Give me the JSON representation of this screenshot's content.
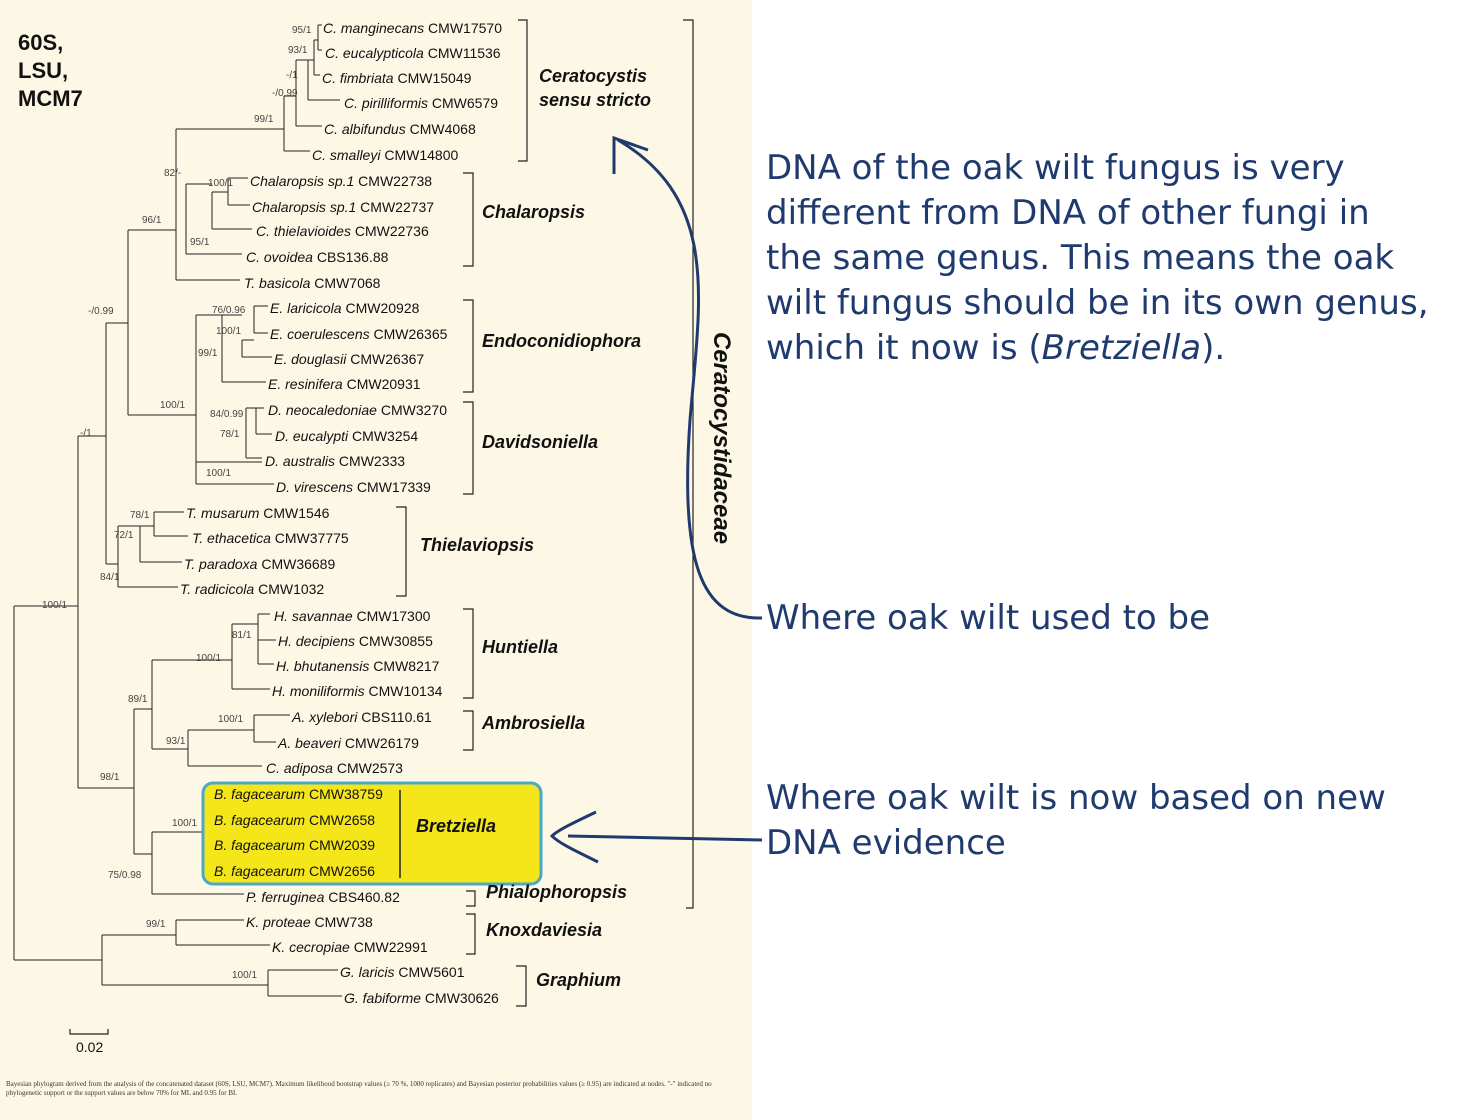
{
  "title_lines": [
    "60S,",
    "LSU,",
    "MCM7"
  ],
  "taxa": [
    {
      "genus": "C.",
      "name": "manginecans",
      "code": "CMW17570"
    },
    {
      "genus": "C.",
      "name": "eucalypticola",
      "code": "CMW11536"
    },
    {
      "genus": "C.",
      "name": "fimbriata",
      "code": "CMW15049"
    },
    {
      "genus": "C.",
      "name": "pirilliformis",
      "code": "CMW6579"
    },
    {
      "genus": "C.",
      "name": "albifundus",
      "code": "CMW4068"
    },
    {
      "genus": "C.",
      "name": "smalleyi",
      "code": "CMW14800"
    },
    {
      "genus": "Chalaropsis",
      "name": "sp.1",
      "code": "CMW22738"
    },
    {
      "genus": "Chalaropsis",
      "name": "sp.1",
      "code": "CMW22737"
    },
    {
      "genus": "C.",
      "name": "thielavioides",
      "code": "CMW22736"
    },
    {
      "genus": "C.",
      "name": "ovoidea",
      "code": "CBS136.88"
    },
    {
      "genus": "T.",
      "name": "basicola",
      "code": "CMW7068"
    },
    {
      "genus": "E.",
      "name": "laricicola",
      "code": "CMW20928"
    },
    {
      "genus": "E.",
      "name": "coerulescens",
      "code": "CMW26365"
    },
    {
      "genus": "E.",
      "name": "douglasii",
      "code": "CMW26367"
    },
    {
      "genus": "E.",
      "name": "resinifera",
      "code": "CMW20931"
    },
    {
      "genus": "D.",
      "name": "neocaledoniae",
      "code": "CMW3270"
    },
    {
      "genus": "D.",
      "name": "eucalypti",
      "code": "CMW3254"
    },
    {
      "genus": "D.",
      "name": "australis",
      "code": "CMW2333"
    },
    {
      "genus": "D.",
      "name": "virescens",
      "code": "CMW17339"
    },
    {
      "genus": "T.",
      "name": "musarum",
      "code": "CMW1546"
    },
    {
      "genus": "T.",
      "name": "ethacetica",
      "code": "CMW37775"
    },
    {
      "genus": "T.",
      "name": "paradoxa",
      "code": "CMW36689"
    },
    {
      "genus": "T.",
      "name": "radicicola",
      "code": "CMW1032"
    },
    {
      "genus": "H.",
      "name": "savannae",
      "code": "CMW17300"
    },
    {
      "genus": "H.",
      "name": "decipiens",
      "code": "CMW30855"
    },
    {
      "genus": "H.",
      "name": "bhutanensis",
      "code": "CMW8217"
    },
    {
      "genus": "H.",
      "name": "moniliformis",
      "code": "CMW10134"
    },
    {
      "genus": "A.",
      "name": "xylebori",
      "code": "CBS110.61"
    },
    {
      "genus": "A.",
      "name": "beaveri",
      "code": "CMW26179"
    },
    {
      "genus": "C.",
      "name": "adiposa",
      "code": "CMW2573"
    },
    {
      "genus": "B.",
      "name": "fagacearum",
      "code": "CMW38759"
    },
    {
      "genus": "B.",
      "name": "fagacearum",
      "code": "CMW2658"
    },
    {
      "genus": "B.",
      "name": "fagacearum",
      "code": "CMW2039"
    },
    {
      "genus": "B.",
      "name": "fagacearum",
      "code": "CMW2656"
    },
    {
      "genus": "P.",
      "name": "ferruginea",
      "code": "CBS460.82"
    },
    {
      "genus": "K.",
      "name": "proteae",
      "code": "CMW738"
    },
    {
      "genus": "K.",
      "name": "cecropiae",
      "code": "CMW22991"
    },
    {
      "genus": "G.",
      "name": "laricis",
      "code": "CMW5601"
    },
    {
      "genus": "G.",
      "name": "fabiforme",
      "code": "CMW30626"
    }
  ],
  "clades": [
    {
      "lines": [
        "Ceratocystis",
        "sensu stricto"
      ]
    },
    {
      "lines": [
        "Chalaropsis"
      ]
    },
    {
      "lines": [
        "Endoconidiophora"
      ]
    },
    {
      "lines": [
        "Davidsoniella"
      ]
    },
    {
      "lines": [
        "Thielaviopsis"
      ]
    },
    {
      "lines": [
        "Huntiella"
      ]
    },
    {
      "lines": [
        "Ambrosiella"
      ]
    },
    {
      "lines": [
        "Bretziella"
      ]
    },
    {
      "lines": [
        "Phialophoropsis"
      ]
    },
    {
      "lines": [
        "Knoxdaviesia"
      ]
    },
    {
      "lines": [
        "Graphium"
      ]
    }
  ],
  "family": "Ceratocystidaceae",
  "support_values": [
    "95/1",
    "93/1",
    "-/1",
    "-/0.99",
    "99/1",
    "82/-",
    "100/1",
    "96/1",
    "95/1",
    "-/0.99",
    "76/0.96",
    "100/1",
    "99/1",
    "100/1",
    "84/0.99",
    "78/1",
    "100/1",
    "-/1",
    "78/1",
    "72/1",
    "84/1",
    "100/1",
    "81/1",
    "100/1",
    "89/1",
    "100/1",
    "93/1",
    "98/1",
    "100/1",
    "75/0.98",
    "99/1",
    "100/1"
  ],
  "scale_bar": "0.02",
  "caption": "Bayesian phylogram derived from the analysis of the concatenated dataset (60S, LSU, MCM7). Maximum likelihood bootstrap values (≥ 70 %, 1000 replicates) and Bayesian posterior probabilities values (≥ 0.95) are indicated at nodes. \"-\" indicated no phylogenetic support or the support values are below 70% for ML and 0.95 for BI.",
  "notes": {
    "dna_lines": [
      [
        {
          "t": "DNA of the oak wilt fungus is very"
        }
      ],
      [
        {
          "t": "different from DNA of other fungi in"
        }
      ],
      [
        {
          "t": "the same genus.  This means the oak"
        }
      ],
      [
        {
          "t": "wilt fungus should be in its own genus,"
        }
      ],
      [
        {
          "t": "which it now is ("
        },
        {
          "t": "Bretziella",
          "i": true
        },
        {
          "t": ")."
        }
      ]
    ],
    "used_to_be": [
      "Where oak wilt used to be"
    ],
    "now": [
      "Where oak wilt is now based on new",
      "DNA evidence"
    ]
  },
  "colors": {
    "annotation": "#1f3a6e",
    "highlight_fill": "#f5e61a",
    "highlight_border": "#4aa8c8",
    "background": "#fdf8e6"
  }
}
